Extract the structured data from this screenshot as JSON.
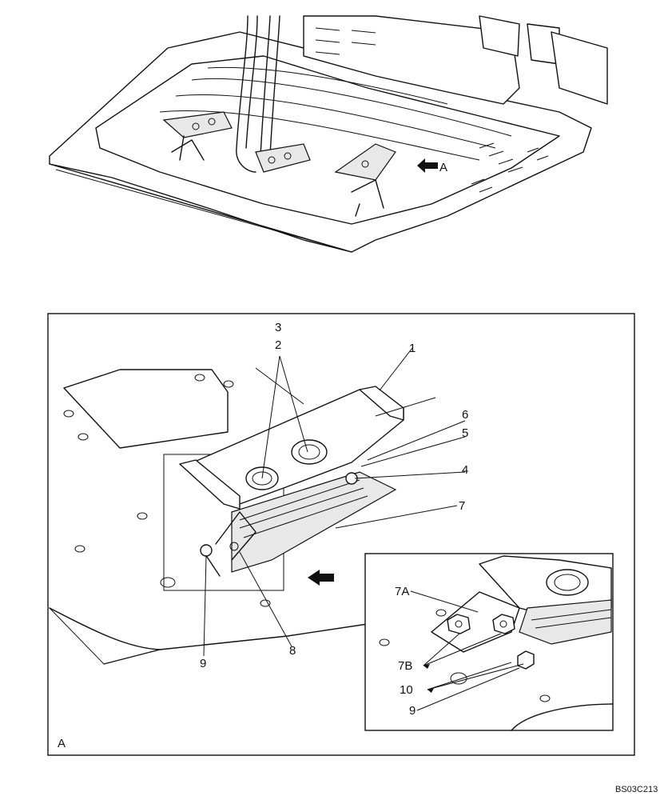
{
  "top_view": {
    "view_marker": "A"
  },
  "detail": {
    "view_letter": "A",
    "callouts": {
      "c1": "1",
      "c2": "2",
      "c3": "3",
      "c4": "4",
      "c5": "5",
      "c6": "6",
      "c7": "7",
      "c8": "8",
      "c9": "9"
    }
  },
  "inset": {
    "callouts": {
      "c7a": "7A",
      "c7b": "7B",
      "c10": "10",
      "c9": "9"
    }
  },
  "figure_code": "BS03C213"
}
